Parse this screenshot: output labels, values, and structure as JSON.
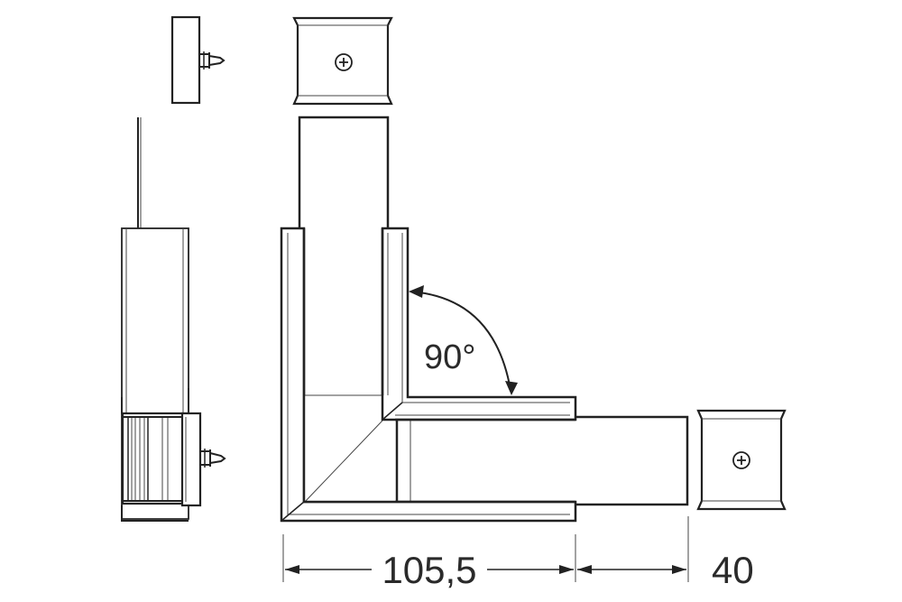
{
  "drawing": {
    "angle_label": "90°",
    "dimensions": {
      "width_main": "105,5",
      "width_end": "40"
    },
    "icons": [
      "screw-icon",
      "end-cap",
      "corner-connector",
      "side-profile"
    ]
  }
}
